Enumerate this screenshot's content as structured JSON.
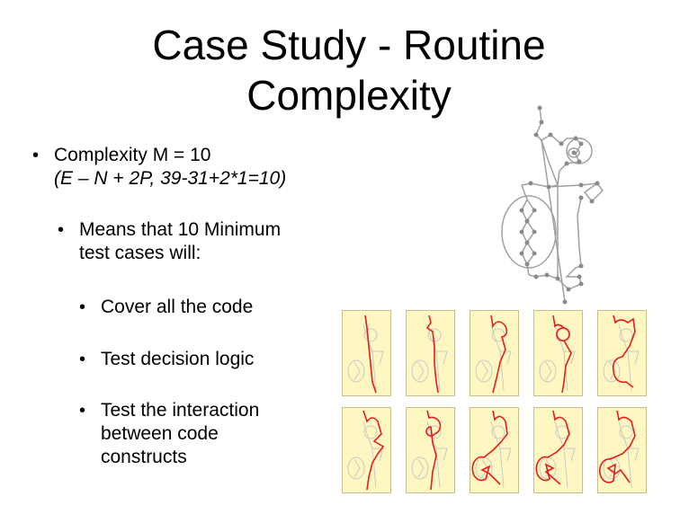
{
  "slide": {
    "title_line1": "Case Study - Routine",
    "title_line2": "Complexity",
    "bullet1": {
      "text": "Complexity M = 10",
      "sub": "(E – N + 2P, 39-31+2*1=10)"
    },
    "bullet2": {
      "line1": "Means that 10 Minimum",
      "line2": "test cases will:"
    },
    "bullet3": "Cover all the code",
    "bullet4": "Test decision logic",
    "bullet5": {
      "line1": "Test the interaction",
      "line2": "between code",
      "line3": "constructs"
    }
  },
  "colors": {
    "graph": "#999999",
    "node": "#888888",
    "path": "#e41e1e",
    "card_bg": "#fff7c2",
    "card_border": "#c9bf8a"
  }
}
